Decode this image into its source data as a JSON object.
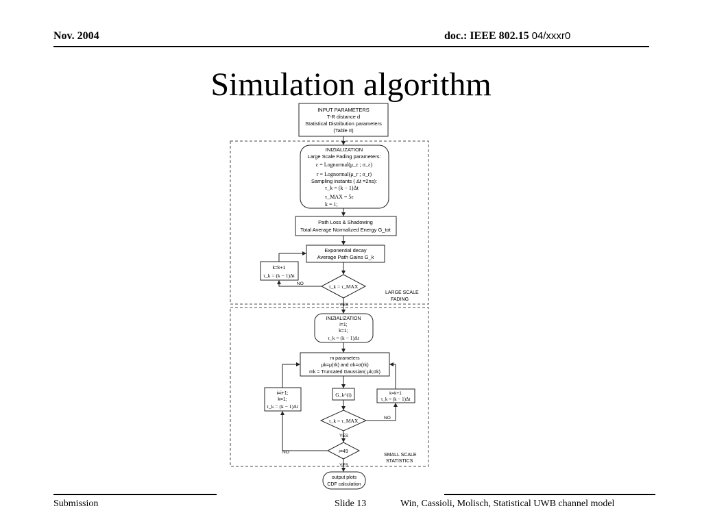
{
  "header": {
    "date": "Nov. 2004",
    "doc_label": "doc.: IEEE 802.15",
    "doc_version": "04/xxxr0"
  },
  "title": "Simulation algorithm",
  "footer": {
    "left": "Submission",
    "slide": "Slide 13",
    "right": "Win, Cassioli, Molisch, Statistical UWB channel model"
  },
  "flowchart": {
    "input_box": [
      "INPUT PARAMETERS",
      "T-R distance d",
      "Statistical Distribution parameters",
      "(Table II)"
    ],
    "init1": {
      "lines": [
        "INIZIALIZATION",
        "Large Scale Fading parameters:"
      ],
      "eq_eps": "ε = Lognormal(μ_ε ; σ_ε)",
      "eq_r": "r = Lognormal(μ_r ; σ_r)",
      "sampling": "Sampling instants ( Δt =2ns):",
      "eq_tk": "τ_k = (k − 1)Δt",
      "eq_tmax": "τ_MAX = 5ε",
      "eq_k": "k = 1;"
    },
    "pathloss": [
      "Path Loss & Shadowing",
      "Total Average Normalized Energy  G_tot"
    ],
    "expdecay": [
      "Exponential decay",
      "Average Path Gains  G_k"
    ],
    "kk1_top": [
      "k=k+1",
      "τ_k = (k − 1)Δt"
    ],
    "diamond1": "τ_k = τ_MAX",
    "no1": "NO",
    "large_scale_label": [
      "LARGE SCALE",
      "FADING"
    ],
    "yes1": "YES",
    "init2": [
      "INIZIALIZATION",
      "i=1;",
      "k=1;",
      "τ_k = (k − 1)Δt"
    ],
    "m_params": [
      "m parameters",
      "μk=μ(τk) and   σk=σ(τk)",
      "mk = Truncated Gaussian( μk;σk)"
    ],
    "g_box": "G_k^(i)",
    "left_box": [
      "i=i+1;",
      "k=1;",
      "τ_k = (k − 1)Δt"
    ],
    "right_box": [
      "k=k+1",
      "τ_k = (k − 1)Δt"
    ],
    "diamond2": "τ_k = τ_MAX",
    "no2": "NO",
    "yes2": "YES",
    "diamond3": "i=49",
    "no3": "NO",
    "small_scale_label": [
      "SMALL SCALE",
      "STATISTICS"
    ],
    "yes3": "YES",
    "output": [
      "output plots",
      "CDF calculation"
    ]
  }
}
